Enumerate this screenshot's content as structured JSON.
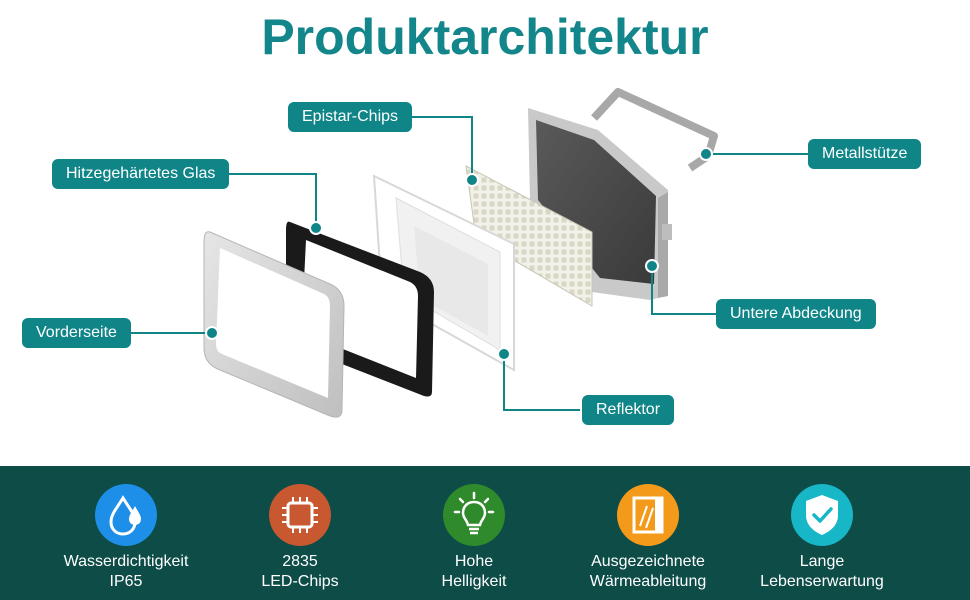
{
  "title": "Produktarchitektur",
  "labels": {
    "epistar": "Epistar-Chips",
    "glass": "Hitzegehärtetes Glas",
    "front": "Vorderseite",
    "bracket": "Metallstütze",
    "cover": "Untere Abdeckung",
    "reflector": "Reflektor"
  },
  "features": [
    {
      "line1": "Wasserdichtigkeit",
      "line2": "IP65",
      "icon": "water-drop-icon",
      "color": "#1e8fe8"
    },
    {
      "line1": "2835",
      "line2": "LED-Chips",
      "icon": "chip-icon",
      "color": "#c8582f"
    },
    {
      "line1": "Hohe",
      "line2": "Helligkeit",
      "icon": "lightbulb-icon",
      "color": "#2e8a2a"
    },
    {
      "line1": "Ausgezeichnete",
      "line2": "Wärmeableitung",
      "icon": "heat-icon",
      "color": "#f39a1a"
    },
    {
      "line1": "Lange",
      "line2": "Lebenserwartung",
      "icon": "shield-check-icon",
      "color": "#17b7c8"
    }
  ],
  "colors": {
    "accent": "#0f8588",
    "footer": "#0d4c47",
    "title": "#12868a"
  }
}
